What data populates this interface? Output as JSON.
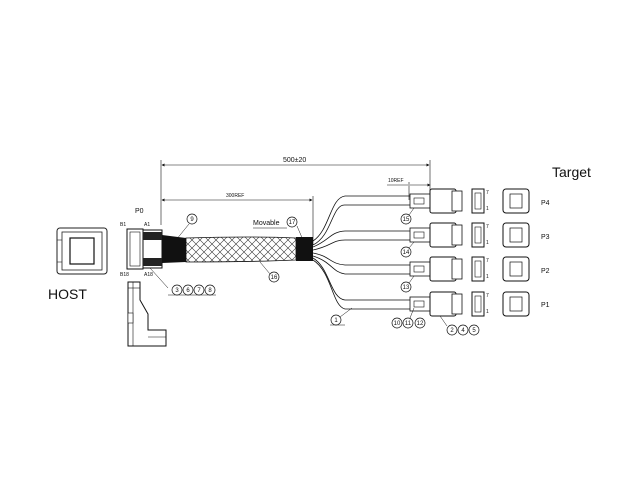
{
  "host": {
    "label": "HOST"
  },
  "target": {
    "label": "Target"
  },
  "connector": {
    "label": "P0",
    "pins": {
      "b1": "B1",
      "a1": "A1",
      "b18": "B18",
      "a18": "A18"
    }
  },
  "dimensions": {
    "overall": "500±20",
    "braid": "300REF",
    "breakout": "10REF"
  },
  "movable": {
    "label": "Movable"
  },
  "ports": [
    "P4",
    "P3",
    "P2",
    "P1"
  ],
  "callouts": {
    "c9": "9",
    "c17": "17",
    "c16": "16",
    "c1": "1",
    "c3678": [
      "3",
      "6",
      "7",
      "8"
    ],
    "c245": [
      "2",
      "4",
      "5"
    ],
    "c1011": [
      "10",
      "11"
    ],
    "c12": "12",
    "c13": "13",
    "c14": "14",
    "c15": "15"
  },
  "sata_pins": {
    "top": "7",
    "bottom": "1"
  }
}
